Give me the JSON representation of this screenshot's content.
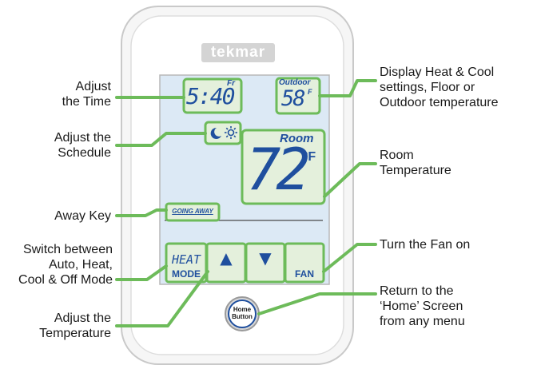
{
  "device": {
    "brand": "tekmar",
    "time": {
      "value": "5:40",
      "day_label": "Fr"
    },
    "outdoor": {
      "label": "Outdoor",
      "value": "58",
      "unit": "F"
    },
    "room": {
      "label": "Room",
      "value": "72",
      "unit": "°F"
    },
    "away_key": {
      "label": "GOING AWAY"
    },
    "mode_button": {
      "mode_text": "HEAT",
      "label": "MODE"
    },
    "up_button": {
      "glyph": "▲"
    },
    "down_button": {
      "glyph": "▼"
    },
    "fan_button": {
      "label": "FAN"
    },
    "home_button": {
      "line1": "Home",
      "line2": "Button"
    }
  },
  "callouts_left": {
    "adjust_time": [
      "Adjust",
      "the Time"
    ],
    "adjust_schedule": [
      "Adjust the",
      "Schedule"
    ],
    "away_key": [
      "Away Key"
    ],
    "switch_mode": [
      "Switch between",
      "Auto, Heat,",
      "Cool & Off Mode"
    ],
    "adjust_temperature": [
      "Adjust the",
      "Temperature"
    ]
  },
  "callouts_right": {
    "display_settings": [
      "Display Heat & Cool",
      "settings, Floor or",
      "Outdoor temperature"
    ],
    "room_temperature": [
      "Room",
      "Temperature"
    ],
    "fan_on": [
      "Turn the Fan on"
    ],
    "return_home": [
      "Return to the",
      "‘Home’ Screen",
      "from any menu"
    ]
  },
  "colors": {
    "leader": "#6dbb5a",
    "screen_bg": "#d9e8f4",
    "key_bg": "#e2efd9",
    "key_border": "#7cc26a",
    "digits": "#1f4f9e"
  }
}
